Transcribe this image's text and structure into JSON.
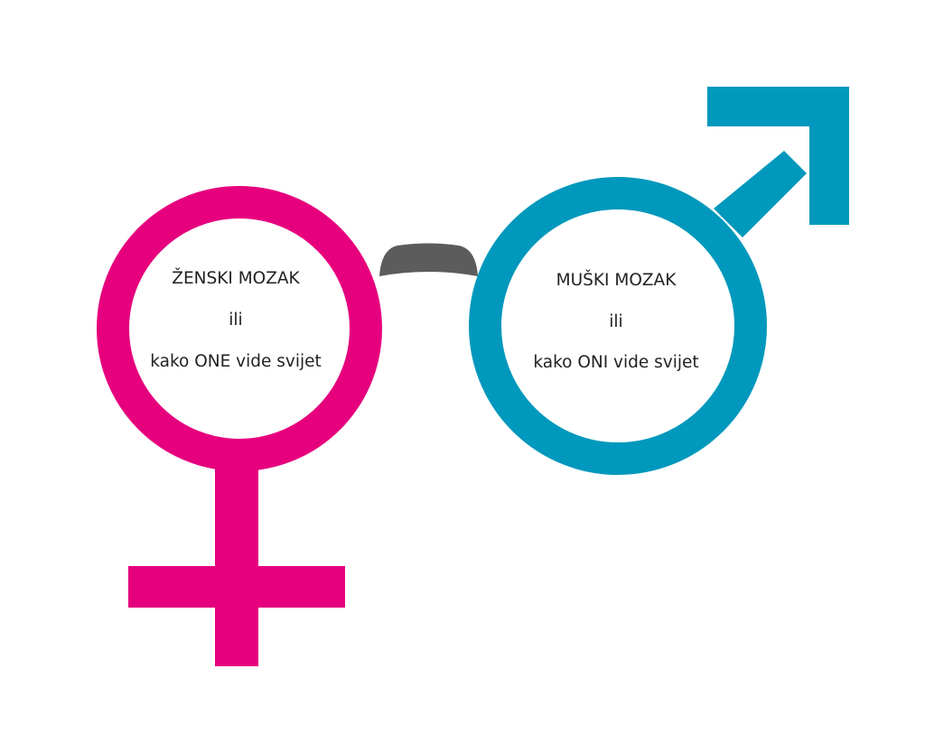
{
  "female": {
    "title": "ŽENSKI MOZAK",
    "connector": "ili",
    "subtitle": "kako ONE vide svijet"
  },
  "male": {
    "title": "MUŠKI MOZAK",
    "connector": "ili",
    "subtitle": "kako ONI vide svijet"
  },
  "icons": {
    "female": "female-symbol-icon",
    "male": "male-symbol-icon",
    "bridge": "glasses-bridge-icon"
  },
  "colors": {
    "female": "#E6007E",
    "male": "#0098BC",
    "bridge": "#5C5C5C",
    "text": "#222222",
    "background": "#FFFFFF"
  }
}
